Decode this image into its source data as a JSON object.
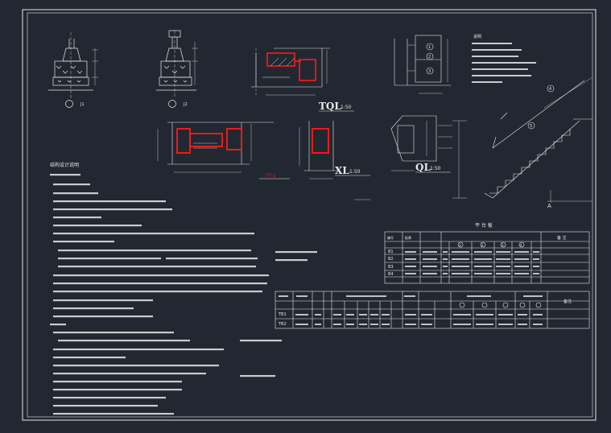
{
  "drawing": {
    "tql_label": "TQL",
    "tql_scale": "1:50",
    "xl_label": "XL",
    "xl_scale": "1:50",
    "ql_label": "QL",
    "ql_scale": "1:50",
    "yt_label": "YT-1",
    "stair_axis": "A",
    "foundation_a_label": "J1",
    "foundation_b_label": "J2",
    "top_notes_title": "说明",
    "top_notes_line_count": 7,
    "section_a_markers": [
      "1",
      "2",
      "3"
    ],
    "stair_circle_markers": [
      "4",
      "5"
    ],
    "notes_title": "结构设计说明",
    "table1_title": "平 台 板",
    "table1_headers": [
      "编号",
      "板厚",
      "",
      "1",
      "2",
      "3",
      "4",
      "",
      "",
      "备 注"
    ],
    "table1_rows": [
      "B1",
      "B2",
      "B3",
      "B4"
    ],
    "table2_row_labels": [
      "TB1",
      "TB2"
    ],
    "table2_last_header": "备注"
  },
  "colors": {
    "background": "#222831",
    "lines": "#e8e8e8",
    "accent": "#ff1a1a",
    "dim": "#c8c8c8"
  }
}
